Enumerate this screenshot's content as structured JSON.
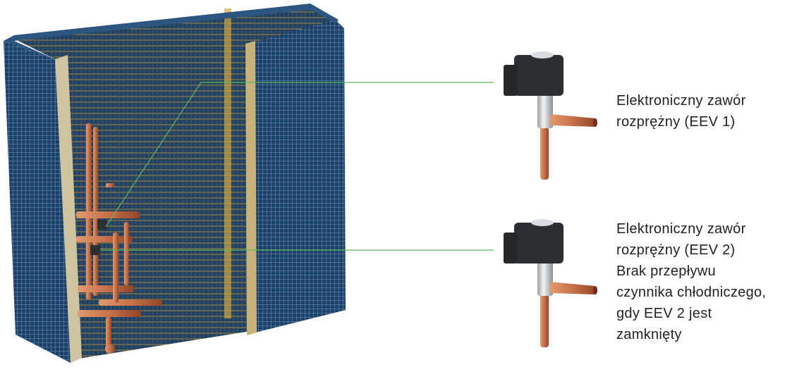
{
  "colors": {
    "leader_line": "#5cb85c",
    "coil_blue": "#1f3f66",
    "fin_gold": "#c9a23a",
    "copper": "#c8714a",
    "valve_coil": "#2b2f33",
    "text": "#222222"
  },
  "callouts": [
    {
      "lines": [
        "Elektroniczny zawór",
        "rozprężny (EEV 1)"
      ]
    },
    {
      "lines": [
        "Elektroniczny zawór",
        "rozprężny (EEV 2)",
        "Brak przepływu",
        "czynnika chłodniczego,",
        "gdy EEV 2 jest",
        "zamknięty"
      ]
    }
  ]
}
